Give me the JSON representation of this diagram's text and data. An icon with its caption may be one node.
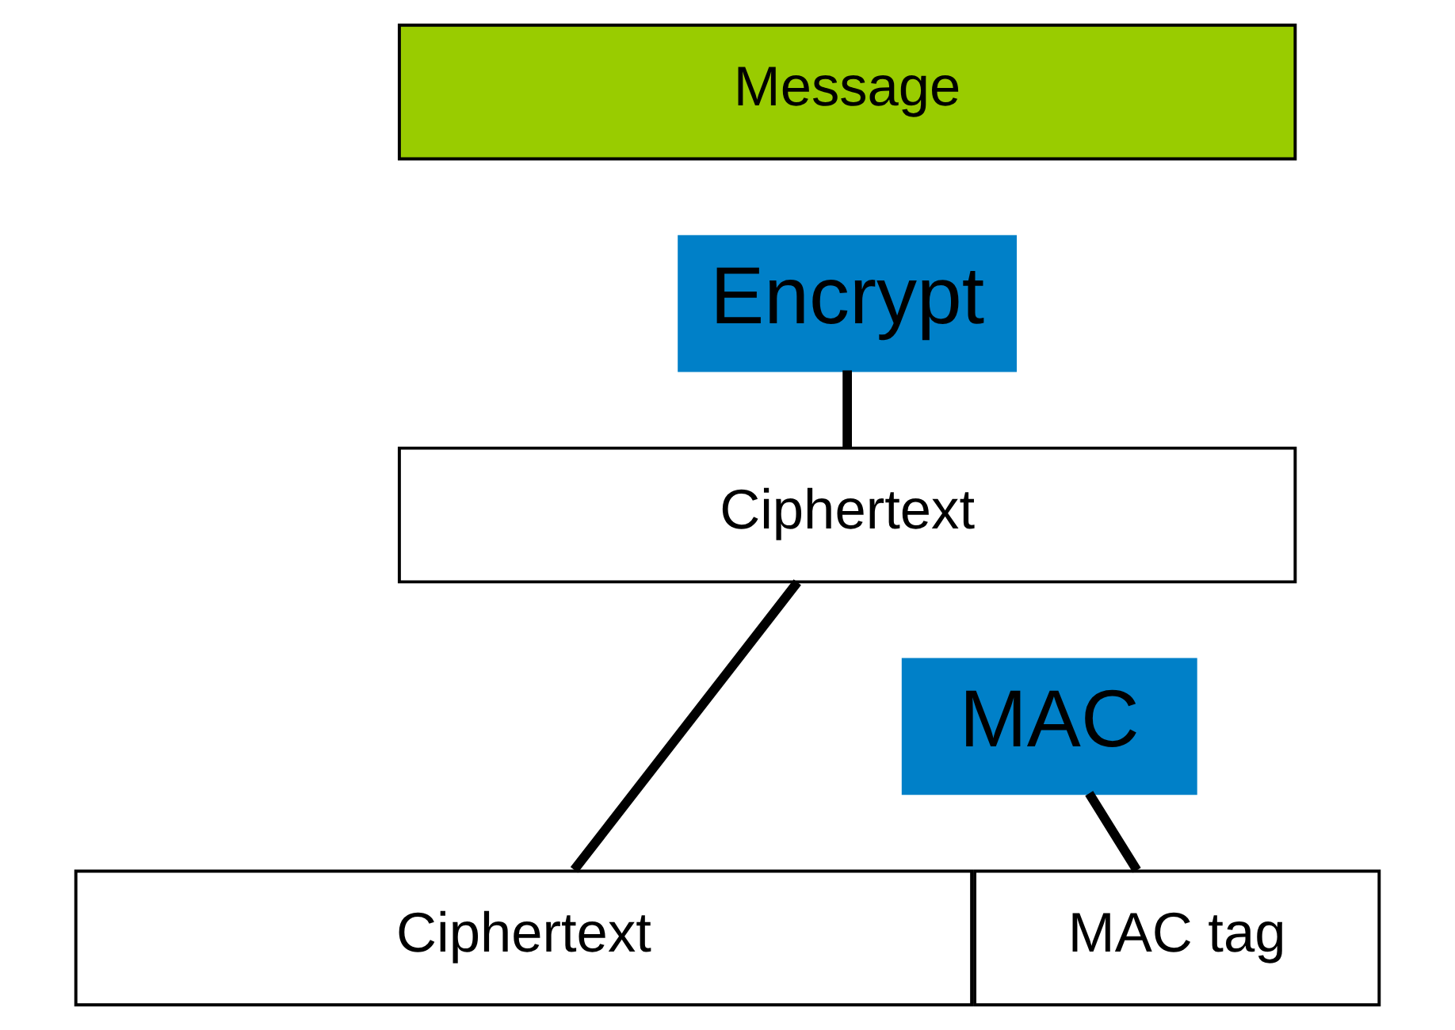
{
  "diagram": {
    "nodes": [
      {
        "text": [
          "Message"
        ]
      },
      {
        "text": [
          "Encrypt"
        ]
      },
      {
        "text": [
          "Ciphertext"
        ]
      },
      {
        "text": [
          "MAC"
        ]
      },
      {
        "text": [
          "Ciphertext"
        ]
      },
      {
        "text": [
          "MAC tag"
        ]
      }
    ],
    "edges": [
      {
        "from": 1,
        "to": 2,
        "arrow": "none"
      },
      {
        "from": 2,
        "to": 4,
        "arrow": "none"
      },
      {
        "from": 3,
        "to": 5,
        "arrow": "none"
      }
    ]
  }
}
